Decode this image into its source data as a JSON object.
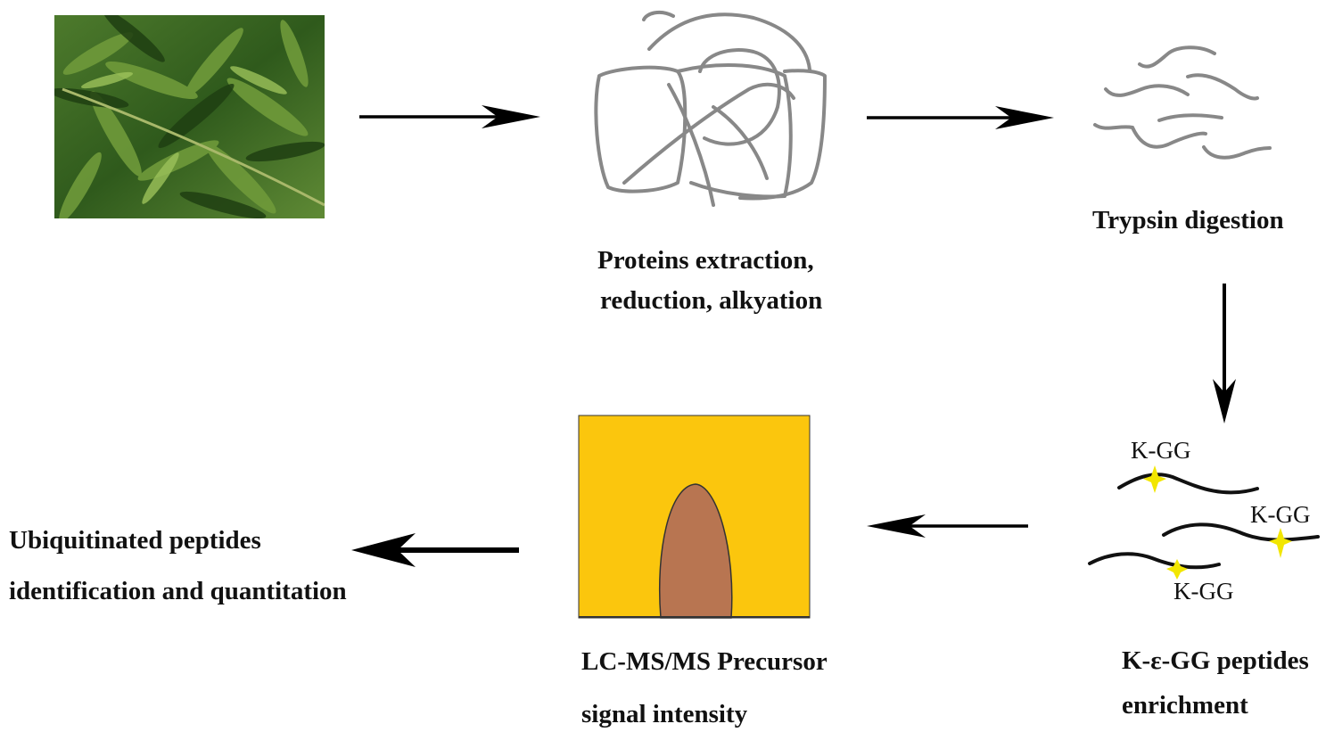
{
  "steps": {
    "extraction": {
      "line1": "Proteins extraction,",
      "line2": "reduction, alkyation"
    },
    "digestion": {
      "label": "Trypsin  digestion"
    },
    "enrichment": {
      "line1": "K-ε-GG peptides",
      "line2": "enrichment"
    },
    "lcms": {
      "line1": "LC-MS/MS Precursor",
      "line2": "signal intensity"
    },
    "result": {
      "line1": "Ubiquitinated peptides",
      "line2": "identification and quantitation"
    }
  },
  "kgg_labels": [
    "K-GG",
    "K-GG",
    "K-GG"
  ],
  "colors": {
    "leaf_dark": "#2f5a1c",
    "leaf_light": "#6f9a3a",
    "protein_line": "#888888",
    "ms_background": "#fbc60d",
    "ms_peak": "#b87551",
    "mod_site": "#f2e600"
  }
}
